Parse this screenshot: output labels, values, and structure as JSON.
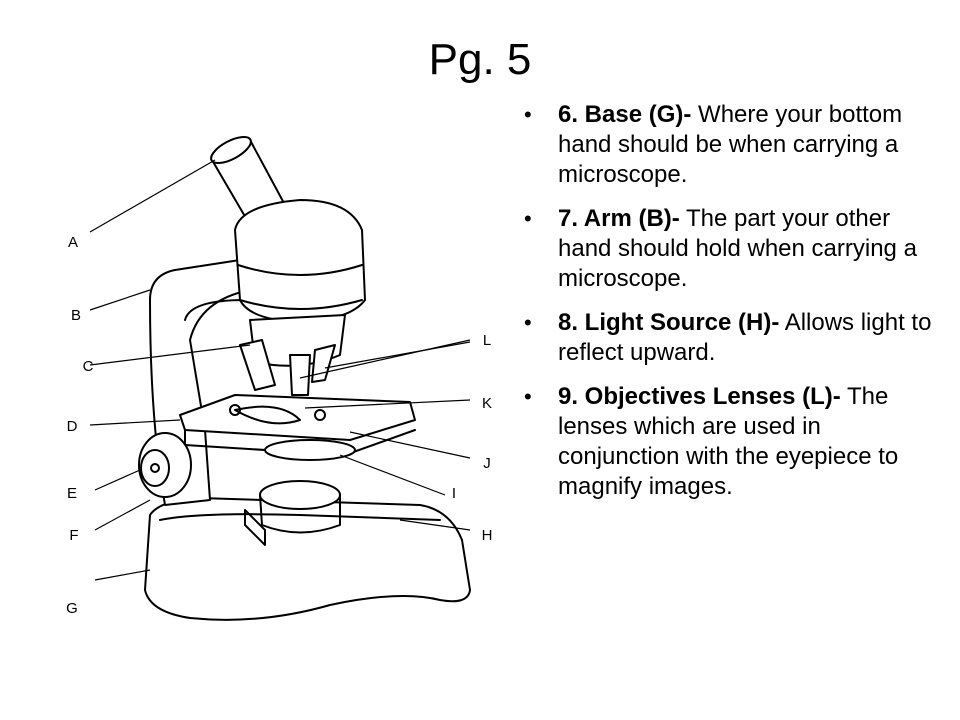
{
  "slide": {
    "title": "Pg. 5"
  },
  "labels": {
    "A": "A",
    "B": "B",
    "C": "C",
    "D": "D",
    "E": "E",
    "F": "F",
    "G": "G",
    "H": "H",
    "I": "I",
    "J": "J",
    "K": "K",
    "L": "L"
  },
  "bullets": [
    {
      "term": "6. Base (G)-",
      "text": " Where your bottom hand should be when carrying a microscope."
    },
    {
      "term": "7. Arm (B)-",
      "text": " The part your other hand should hold when carrying a microscope."
    },
    {
      "term": "8. Light Source (H)-",
      "text": " Allows light to reflect upward."
    },
    {
      "term": "9. Objectives Lenses (L)-",
      "text": " The lenses which are used in conjunction with the eyepiece to magnify images."
    }
  ]
}
